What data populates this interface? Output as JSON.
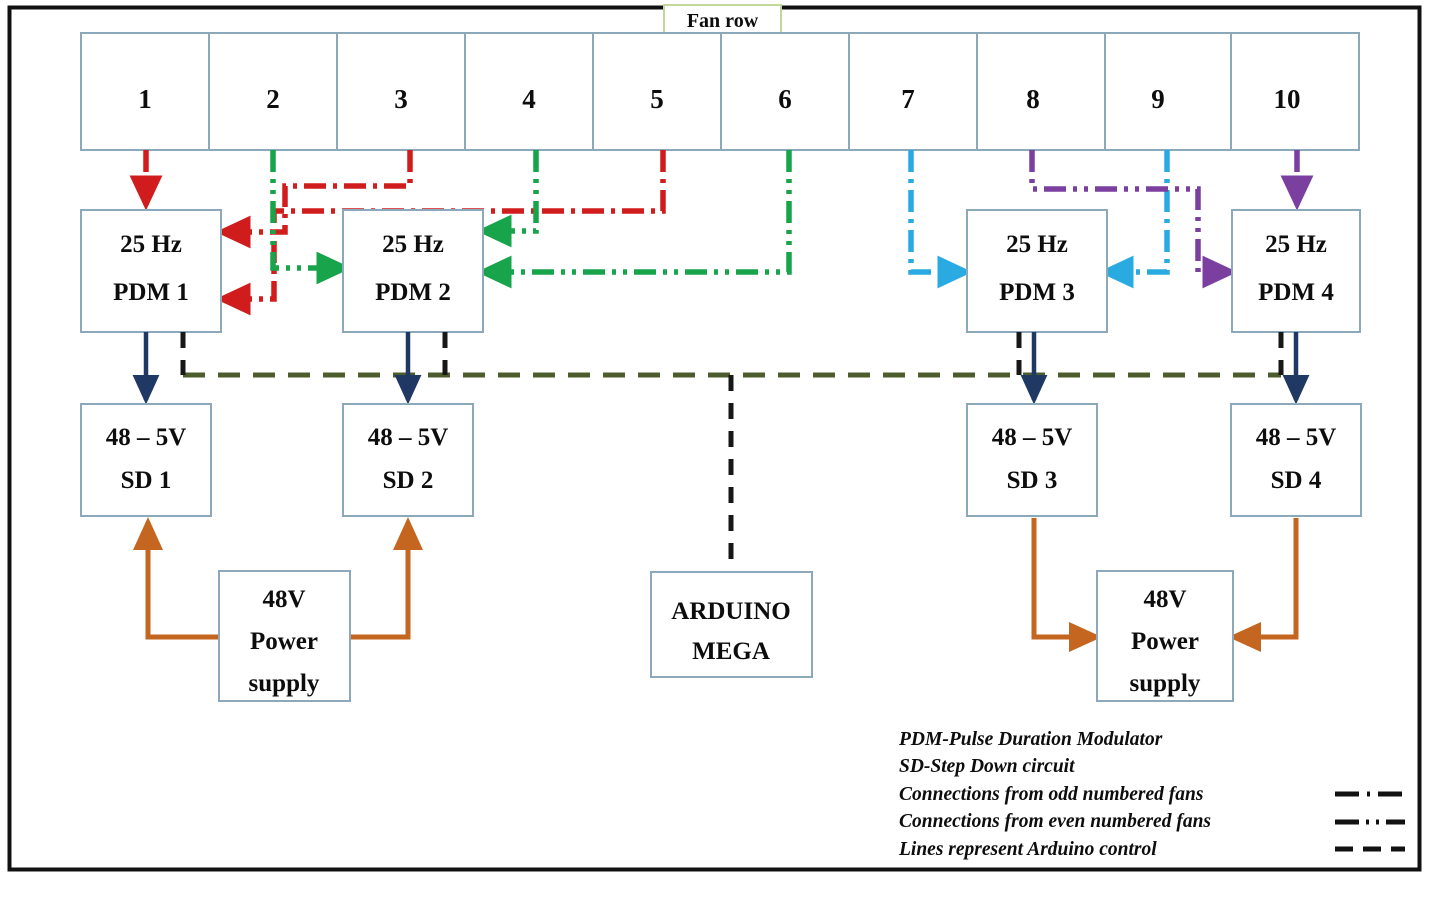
{
  "figure": {
    "title": "Fan row",
    "frame_color": "#111111",
    "box_border_color": "#8ca9bc",
    "fanrow_label_border": "#c3d69b"
  },
  "palette": {
    "odd_fan_red": "#d01c1c",
    "even_fan_green": "#17a44a",
    "odd_fan_cyan": "#29abe2",
    "even_fan_purple": "#7b3fa0",
    "pdm_to_sd_navy": "#1f3864",
    "power_orange": "#c4661f",
    "arduino_bus_green": "#4c5c2c",
    "arduino_stub_black": "#171717"
  },
  "fan_row": {
    "label": "Fan row",
    "fans": [
      "1",
      "2",
      "3",
      "4",
      "5",
      "6",
      "7",
      "8",
      "9",
      "10"
    ]
  },
  "pdm_blocks": [
    {
      "line1": "25 Hz",
      "line2": "PDM 1"
    },
    {
      "line1": "25 Hz",
      "line2": "PDM 2"
    },
    {
      "line1": "25 Hz",
      "line2": "PDM 3"
    },
    {
      "line1": "25 Hz",
      "line2": "PDM 4"
    }
  ],
  "sd_blocks": [
    {
      "line1": "48 – 5V",
      "line2": "SD 1"
    },
    {
      "line1": "48 – 5V",
      "line2": "SD 2"
    },
    {
      "line1": "48 – 5V",
      "line2": "SD 3"
    },
    {
      "line1": "48 – 5V",
      "line2": "SD 4"
    }
  ],
  "power_supplies": [
    {
      "line1": "48V",
      "line2": "Power",
      "line3": "supply"
    },
    {
      "line1": "48V",
      "line2": "Power",
      "line3": "supply"
    }
  ],
  "controller": {
    "line1": "ARDUINO",
    "line2": "MEGA"
  },
  "legend": {
    "rows": [
      {
        "text": "PDM-Pulse Duration Modulator",
        "sample": "none"
      },
      {
        "text": "SD-Step Down circuit",
        "sample": "none"
      },
      {
        "text": "Connections from odd numbered fans",
        "sample": "dash-dot"
      },
      {
        "text": "Connections from even numbered fans",
        "sample": "dash-dot-dot"
      },
      {
        "text": "Lines represent Arduino control",
        "sample": "dashed"
      }
    ]
  },
  "connections": {
    "odd_fans_to_pdm": [
      "1→1",
      "3→1",
      "5→1",
      "7→3",
      "9→3"
    ],
    "even_fans_to_pdm": [
      "2→2",
      "4→2",
      "6→2",
      "8→4",
      "10→4"
    ]
  }
}
